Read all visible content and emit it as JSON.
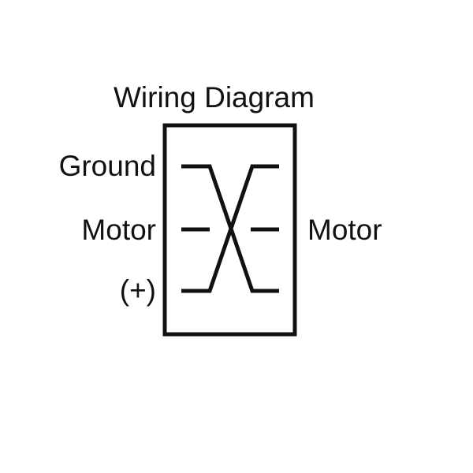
{
  "diagram": {
    "title": "Wiring Diagram",
    "left_labels": {
      "top": "Ground",
      "middle": "Motor",
      "bottom": "(+)"
    },
    "right_labels": {
      "middle": "Motor"
    },
    "connections": [
      {
        "from": "Ground",
        "to": "(+)"
      },
      {
        "from": "(+)",
        "to": "Ground"
      },
      {
        "from": "Motor",
        "to": "Motor"
      }
    ],
    "line_color": "#111111",
    "background_color": "#ffffff"
  }
}
